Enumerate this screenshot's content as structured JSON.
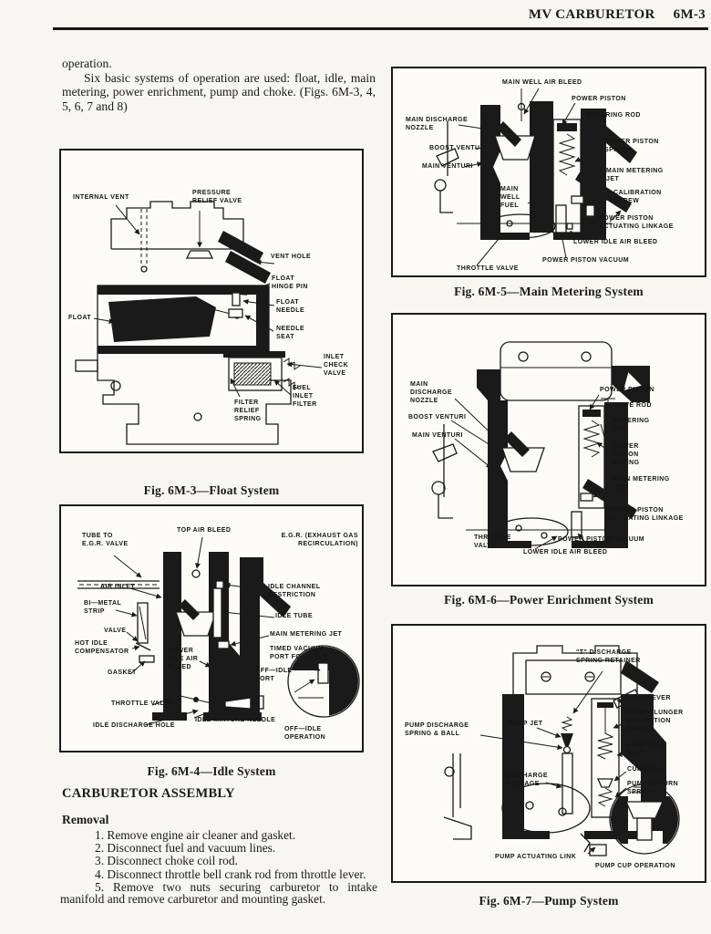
{
  "header": {
    "title": "MV CARBURETOR",
    "page_number": "6M-3"
  },
  "intro": {
    "carryover": "operation.",
    "paragraph": "Six basic systems of operation are used: float, idle, main metering, power enrichment, pump and choke. (Figs. 6M-3, 4, 5, 6, 7 and 8)"
  },
  "assembly": {
    "heading": "CARBURETOR ASSEMBLY",
    "subheading": "Removal",
    "steps": [
      "1. Remove engine air cleaner and gasket.",
      "2. Disconnect fuel and vacuum lines.",
      "3. Disconnect choke coil rod.",
      "4. Disconnect throttle bell crank rod from throttle lever.",
      "5. Remove two nuts securing carburetor to intake manifold and remove carburetor and mounting gasket."
    ]
  },
  "figures": {
    "float_system": {
      "caption": "Fig. 6M-3—Float System",
      "labels": {
        "internal_vent": "INTERNAL VENT",
        "pressure_relief_valve": "PRESSURE\nRELIEF VALVE",
        "vent_hole": "VENT HOLE",
        "float_hinge_pin": "FLOAT\nHINGE PIN",
        "float_needle": "FLOAT\nNEEDLE",
        "float": "FLOAT",
        "needle_seat": "NEEDLE\nSEAT",
        "inlet_check_valve": "INLET\nCHECK\nVALVE",
        "fuel_inlet_filter": "FUEL\nINLET\nFILTER",
        "filter_relief_spring": "FILTER\nRELIEF\nSPRING"
      }
    },
    "idle_system": {
      "caption": "Fig. 6M-4—Idle System",
      "labels": {
        "tube_to_egr_valve": "TUBE TO\nE.G.R. VALVE",
        "top_air_bleed": "TOP AIR BLEED",
        "egr_note": "E.G.R. (EXHAUST GAS\nRECIRCULATION)",
        "air_inlet": "AIR INLET",
        "bi_metal_strip": "BI—METAL\nSTRIP",
        "valve": "VALVE",
        "hot_idle_compensator": "HOT IDLE\nCOMPENSATOR",
        "gasket": "GASKET",
        "idle_channel_restriction": "IDLE CHANNEL\nRESTRICTION",
        "idle_tube": "IDLE TUBE",
        "main_metering_jet": "MAIN METERING JET",
        "lower_idle_air_bleed": "LOWER\nIDLE AIR\nBLEED",
        "timed_vacuum_port": "TIMED VACUUM\nPORT FOR E.G.R.",
        "off_idle_port": "OFF—IDLE\nPORT",
        "throttle_valve": "THROTTLE VALVE",
        "idle_discharge_hole": "IDLE DISCHARGE HOLE",
        "idle_mixture_needle": "IDLE MIXTURE NEEDLE",
        "off_idle_operation": "OFF—IDLE\nOPERATION"
      }
    },
    "main_metering": {
      "caption": "Fig. 6M-5—Main Metering System",
      "labels": {
        "main_well_air_bleed": "MAIN WELL AIR BLEED",
        "power_piston": "POWER PISTON",
        "metering_rod": "METERING ROD",
        "main_discharge_nozzle": "MAIN DISCHARGE\nNOZZLE",
        "boost_venturi": "BOOST VENTURI",
        "main_venturi": "MAIN VENTURI",
        "power_piston_spring": "POWER PISTON\nSPRING",
        "main_metering_jet": "MAIN METERING\nJET",
        "calibration_screw": "CALIBRATION\nSCREW",
        "main_well_fuel": "MAIN\nWELL\nFUEL",
        "power_piston_actuating_linkage": "POWER PISTON\nACTUATING LINKAGE",
        "lower_idle_air_bleed": "LOWER IDLE AIR BLEED",
        "power_piston_vacuum": "POWER PISTON VACUUM",
        "throttle_valve": "THROTTLE VALVE"
      }
    },
    "power_enrichment": {
      "caption": "Fig. 6M-6—Power Enrichment System",
      "labels": {
        "main_discharge_nozzle": "MAIN\nDISCHARGE\nNOZZLE",
        "boost_venturi": "BOOST VENTURI",
        "main_venturi": "MAIN VENTURI",
        "power_piston": "POWER PISTON",
        "drive_rod": "DRIVE ROD",
        "metering_rod": "METERING\nROD",
        "power_piston_spring": "POWER\nPISTON\nSPRING",
        "main_metering_jet": "MAIN METERING\nJET",
        "power_piston_actuating_linkage": "POWER PISTON\nACTUATING LINKAGE",
        "power_piston_vacuum": "POWER PISTON VACUUM",
        "lower_idle_air_bleed": "LOWER IDLE AIR BLEED",
        "throttle_valve": "THROTTLE\nVALVE"
      }
    },
    "pump_system": {
      "caption": "Fig. 6M-7—Pump System",
      "labels": {
        "t_discharge_spring_retainer": "\"T\" DISCHARGE\nSPRING RETAINER",
        "pump_lever": "PUMP LEVER",
        "pump_plunger_duration_spring": "PUMP PLUNGER\n& DURATION\nSPRING",
        "pump_jet": "PUMP JET",
        "pump_discharge_spring_ball": "PUMP DISCHARGE\nSPRING & BALL",
        "pump_fill_slot": "PUMP FILL\nSLOT",
        "cup_seal": "CUP SEAL",
        "discharge_passage": "DISCHARGE\nPASSAGE",
        "pump_return_spring": "PUMP RETURN\nSPRING",
        "pump_actuating_link": "PUMP ACTUATING LINK",
        "pump_cup_operation": "PUMP CUP OPERATION"
      }
    }
  },
  "colors": {
    "paper": "#f7f6f1",
    "ink": "#1a1a1a"
  }
}
